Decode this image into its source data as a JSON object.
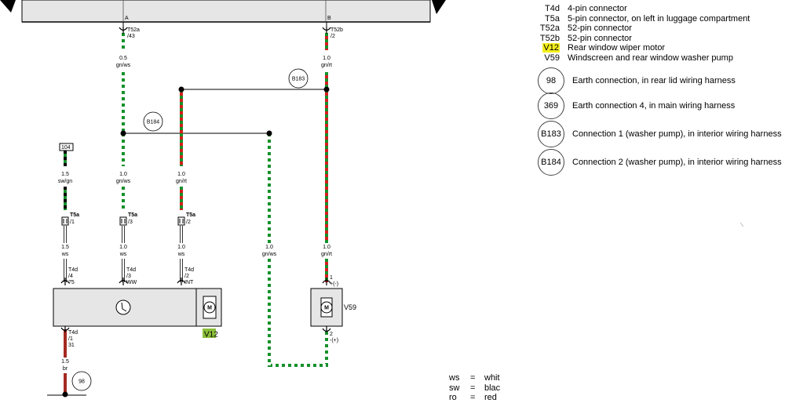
{
  "diagram": {
    "bus_labels": {
      "a": "A",
      "b": "B"
    },
    "connectors": [
      {
        "id": "t52a_43",
        "name": "T52a",
        "pin": "/43"
      },
      {
        "id": "t52b_2",
        "name": "T52b",
        "pin": "/2"
      },
      {
        "id": "t5a_1",
        "name": "T5a",
        "pin": "/1"
      },
      {
        "id": "t5a_3",
        "name": "T5a",
        "pin": "/3"
      },
      {
        "id": "t5a_2",
        "name": "T5a",
        "pin": "/2"
      },
      {
        "id": "t4d_4",
        "name": "T4d",
        "pin": "/4",
        "term": "75"
      },
      {
        "id": "t4d_3",
        "name": "T4d",
        "pin": "/3",
        "term": "WW"
      },
      {
        "id": "t4d_2",
        "name": "T4d",
        "pin": "/2",
        "term": "INT"
      },
      {
        "id": "t4d_1",
        "name": "T4d",
        "pin": "/1",
        "term": "31"
      },
      {
        "id": "v59_1",
        "name": "",
        "pin": "1",
        "term": "+(-)"
      },
      {
        "id": "v59_2",
        "name": "",
        "pin": "2",
        "term": "-(+)"
      }
    ],
    "wire_labels": [
      {
        "id": "w1",
        "size": "0.5",
        "colour": "gn/ws"
      },
      {
        "id": "w2",
        "size": "1.0",
        "colour": "gn/rt"
      },
      {
        "id": "w3",
        "size": "1.5",
        "colour": "sw/gn"
      },
      {
        "id": "w4",
        "size": "1.0",
        "colour": "gn/ws"
      },
      {
        "id": "w5",
        "size": "1.0",
        "colour": "gn/rt"
      },
      {
        "id": "w6",
        "size": "1.5",
        "colour": "ws"
      },
      {
        "id": "w7",
        "size": "1.0",
        "colour": "ws"
      },
      {
        "id": "w8",
        "size": "1.0",
        "colour": "ws"
      },
      {
        "id": "w9",
        "size": "1.0",
        "colour": "gn/ws"
      },
      {
        "id": "w10",
        "size": "1.0",
        "colour": "gn/rt"
      },
      {
        "id": "w11",
        "size": "1.5",
        "colour": "br"
      }
    ],
    "fuse_label": "104",
    "connection_labels": {
      "b183": "B183",
      "b184": "B184",
      "earth": "98"
    },
    "motor_symbol": "M",
    "component_labels": {
      "v12": "V12",
      "v59": "V59"
    },
    "colors": {
      "green": "#15902a",
      "red": "#d61c1c",
      "white": "#ffffff",
      "brown": "#a32a22",
      "black": "#000000",
      "highlight": "#f4ef1c",
      "housing": "#e6e6e6"
    }
  },
  "legend": {
    "rows": [
      {
        "code": "T4d",
        "text": "4-pin connector",
        "highlight": false
      },
      {
        "code": "T5a",
        "text": "5-pin connector, on left in luggage compartment",
        "highlight": false
      },
      {
        "code": "T52a",
        "text": "52-pin connector",
        "highlight": false
      },
      {
        "code": "T52b",
        "text": "52-pin connector",
        "highlight": false
      },
      {
        "code": "V12",
        "text": "Rear window wiper motor",
        "highlight": true
      },
      {
        "code": "V59",
        "text": "Windscreen and rear window washer pump",
        "highlight": false
      }
    ],
    "circles": [
      {
        "code": "98",
        "text": "Earth connection, in rear lid wiring harness"
      },
      {
        "code": "369",
        "text": "Earth connection 4, in main wiring harness"
      },
      {
        "code": "B183",
        "text": "Connection 1 (washer pump), in interior wiring harness"
      },
      {
        "code": "B184",
        "text": "Connection 2 (washer pump), in interior wiring harness"
      }
    ]
  },
  "colour_key": [
    {
      "code": "ws",
      "eq": "=",
      "name": "whit"
    },
    {
      "code": "sw",
      "eq": "=",
      "name": "blac"
    },
    {
      "code": "ro",
      "eq": "=",
      "name": "red"
    }
  ]
}
